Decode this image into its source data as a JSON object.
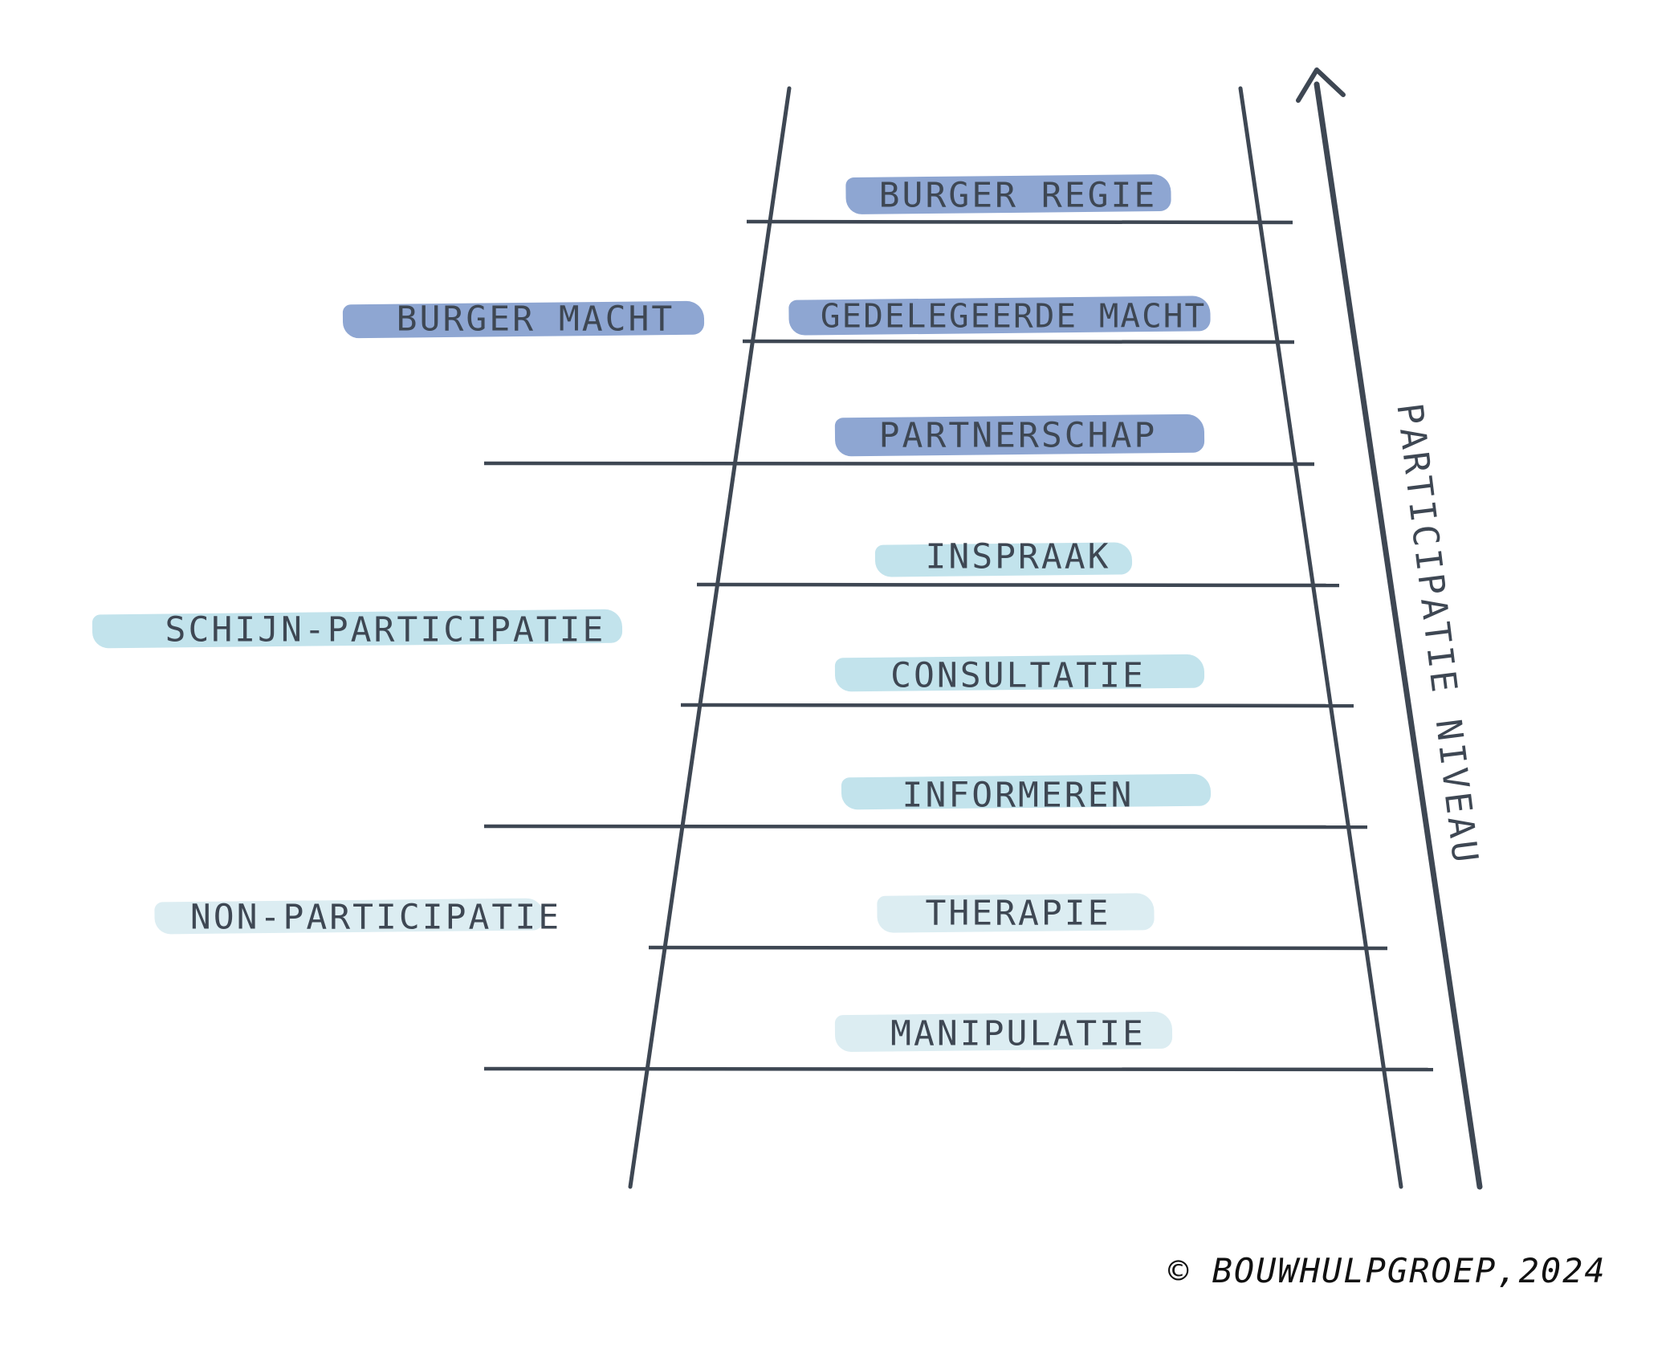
{
  "rungs": [
    {
      "label": "BURGER REGIE",
      "tone": "strong"
    },
    {
      "label": "GEDELEGEERDE MACHT",
      "tone": "strong"
    },
    {
      "label": "PARTNERSCHAP",
      "tone": "strong"
    },
    {
      "label": "INSPRAAK",
      "tone": "mid"
    },
    {
      "label": "CONSULTATIE",
      "tone": "mid"
    },
    {
      "label": "INFORMEREN",
      "tone": "mid"
    },
    {
      "label": "THERAPIE",
      "tone": "light"
    },
    {
      "label": "MANIPULATIE",
      "tone": "light"
    }
  ],
  "groups": [
    {
      "label": "BURGER MACHT",
      "tone": "strong"
    },
    {
      "label": "SCHIJN-PARTICIPATIE",
      "tone": "mid"
    },
    {
      "label": "NON-PARTICIPATIE",
      "tone": "light"
    }
  ],
  "axis": {
    "label": "PARTICIPATIE NIVEAU"
  },
  "copyright": "© BOUWHULPGROEP,2024",
  "colors": {
    "line": "#3e4753",
    "highlight_strong": "#8ea6d2",
    "highlight_mid": "#c2e3ec",
    "highlight_light": "#dcedf2"
  }
}
